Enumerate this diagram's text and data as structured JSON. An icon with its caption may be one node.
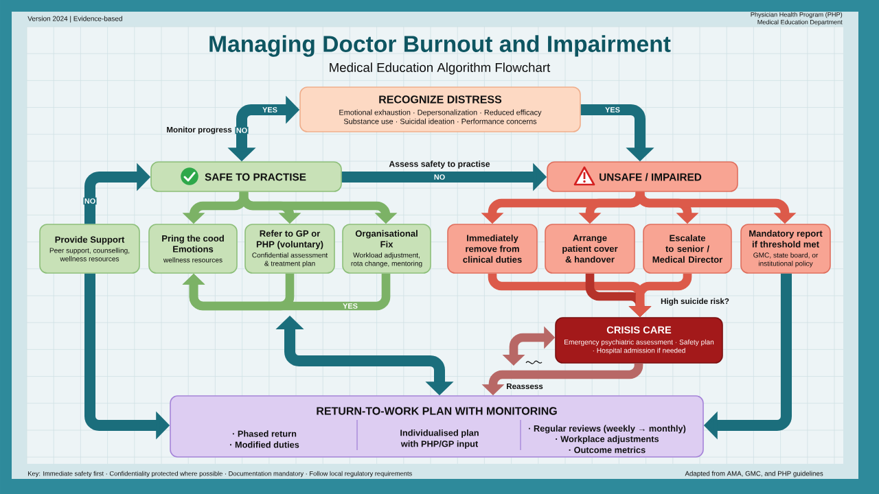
{
  "diagram": {
    "title": "Managing Doctor Burnout and Impairment",
    "nodes": [
      {
        "text": [
          "RECOGNIZE DISTRESS",
          "Emotional exhaustion · Depersonalization · Reduced efficacy Substance use · Suicidal ideation · Performance concerns"
        ]
      },
      {
        "text": [
          "SAFE TO PRACTISE"
        ]
      },
      {
        "text": [
          "UNSAFE / IMPAIRED"
        ]
      },
      {
        "text": [
          "Provide Support",
          "Peer support, counselling, wellness resources"
        ]
      },
      {
        "text": [
          "Pring the cood Emotions",
          "wellness resources"
        ]
      },
      {
        "text": [
          "Refer to GP or PHP (voluntary)",
          "Confidential assessment & treatment plan"
        ]
      },
      {
        "text": [
          "Organisational Fix",
          "Workload adjustment, rota change, mentoring"
        ]
      },
      {
        "text": [
          "Immediately remove from clinical duties"
        ]
      },
      {
        "text": [
          "Arrange patient cover & handover"
        ]
      },
      {
        "text": [
          "Escalate to senior / Medical Director"
        ]
      },
      {
        "text": [
          "Mandatory report if threshold met",
          "GMC, state board, or institutional policy"
        ]
      },
      {
        "text": [
          "CRISIS CARE",
          "Emergency psychiatric assessment · Safety plan · Hospital admission if needed"
        ]
      },
      {
        "text": [
          "RETURN-TO-WORK PLAN WITH MONITORING",
          "· Phased return · Modified duties",
          "Individualised plan with PHP/GP input",
          "· Regular reviews (weekly → monthly) · Workplace adjustments · Outcome metrics"
        ]
      }
    ],
    "edges": [
      {
        "from": 1,
        "to": 0,
        "arrow": "both",
        "label": "YES"
      },
      {
        "from": 0,
        "to": 2,
        "arrow": "to",
        "label": "YES"
      },
      {
        "from": 1,
        "to": 2,
        "arrow": "to",
        "label": "NO"
      },
      {
        "from": 3,
        "to": 1,
        "arrow": "to",
        "label": "NO"
      },
      {
        "from": 1,
        "to": 4,
        "arrow": "to",
        "color": "#7cb266"
      },
      {
        "from": 1,
        "to": 5,
        "arrow": "to",
        "color": "#7cb266"
      },
      {
        "from": 1,
        "to": 6,
        "arrow": "to",
        "color": "#7cb266"
      },
      {
        "from": 5,
        "to": 4,
        "arrow": "to",
        "color": "#7cb266"
      },
      {
        "from": 6,
        "to": 4,
        "arrow": "to",
        "label": "YES",
        "color": "#7cb266"
      },
      {
        "from": null,
        "to": 12,
        "arrow": "both"
      },
      {
        "from": 3,
        "to": 12,
        "arrow": "to"
      },
      {
        "from": 10,
        "to": 12,
        "arrow": "to"
      },
      {
        "from": 2,
        "to": 7,
        "arrow": "to",
        "color": "#dc5a4a"
      },
      {
        "from": 2,
        "to": 8,
        "arrow": "to",
        "color": "#dc5a4a"
      },
      {
        "from": 2,
        "to": 9,
        "arrow": "to",
        "color": "#dc5a4a"
      },
      {
        "from": 2,
        "to": 10,
        "arrow": "to",
        "color": "#dc5a4a"
      },
      {
        "from": 7,
        "to": 11,
        "arrow": "to",
        "color": "#dc5a4a"
      },
      {
        "from": 8,
        "to": 11,
        "arrow": "to",
        "label": "High suicide risk?",
        "color": "#b5322a"
      },
      {
        "from": 9,
        "to": 11,
        "arrow": "to",
        "color": "#dc5a4a"
      },
      {
        "from": 11,
        "to": 12,
        "arrow": "to",
        "label": "Reassess",
        "color": "#b86866"
      },
      {
        "from": null,
        "to": 11,
        "arrow": "both",
        "color": "#b86866"
      }
    ],
    "labels": [
      "Version 2024 | Evidence-based",
      "Physician Health Program (PHP)",
      "Medical Education Department",
      "Medical Education Algorithm Flowchart",
      "Monitor progress",
      "NO",
      "Assess safety to practise",
      "Key: Immediate safety first · Confidentiality protected where possible · Documentation mandatory · Follow local regulatory requirements",
      "Adapted from AMA, GMC, and PHP guidelines"
    ]
  }
}
